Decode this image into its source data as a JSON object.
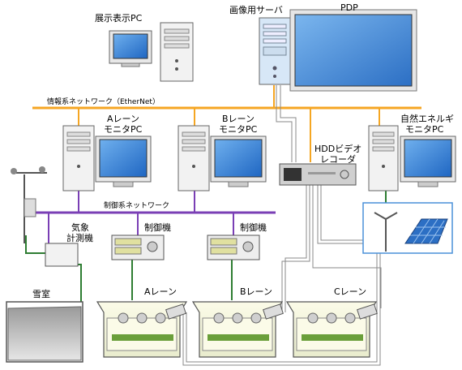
{
  "labels": {
    "exhibit_pc": "展示表示PC",
    "image_server": "画像用サーバ",
    "pdp": "PDP",
    "info_network": "情報系ネットワーク（EtherNet）",
    "lane_a_pc": [
      "Aレーン",
      "モニタPC"
    ],
    "lane_b_pc": [
      "Bレーン",
      "モニタPC"
    ],
    "natural_energy_pc": [
      "自然エネルギ",
      "モニタPC"
    ],
    "hdd_recorder": [
      "HDDビデオ",
      "レコーダ"
    ],
    "control_network": "制御系ネットワーク",
    "weather_station": [
      "気象",
      "計測機"
    ],
    "controller_a": "制御機",
    "controller_b": "制御機",
    "snow_room": "雪室",
    "lane_a": "Aレーン",
    "lane_b": "Bレーン",
    "lane_c": "Cレーン"
  },
  "colors": {
    "info_network": "#f5a623",
    "control_network": "#7a3fb5",
    "sensor_link": "#2e7d32",
    "video_link": "#808080",
    "monitor_screen": "#3a86d8",
    "pdp_screen": "#4a90d9"
  }
}
